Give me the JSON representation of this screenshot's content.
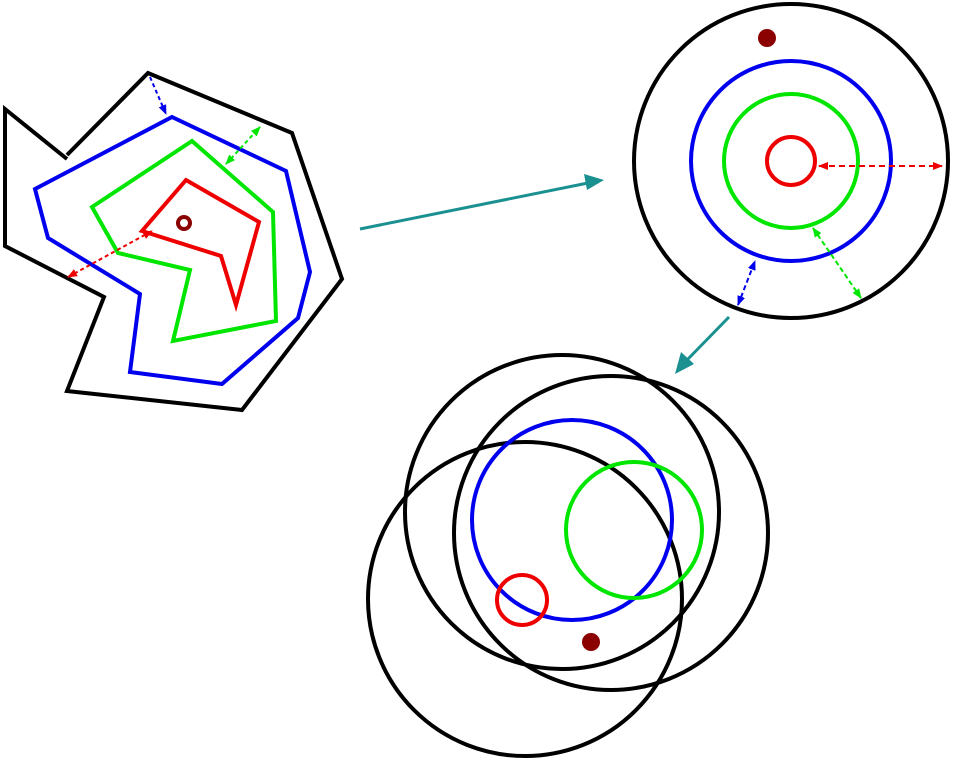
{
  "colors": {
    "outer": "#000000",
    "blue": "#0000ee",
    "green": "#00e600",
    "red": "#ee0000",
    "point": "#8b0000",
    "arrow": "#1a9090"
  },
  "panels": {
    "nested_polygons": {
      "layers": [
        "black",
        "blue",
        "green",
        "red"
      ],
      "marker": "inner-point"
    },
    "concentric_circles": {
      "layers": [
        "black",
        "blue",
        "green",
        "red"
      ],
      "marker": "point"
    },
    "overlapping_circles": {
      "black_circle_count": 3,
      "colored_circles": [
        "blue",
        "green",
        "red"
      ],
      "marker": "point"
    }
  },
  "transitions": [
    "polygons-to-concentric-circles",
    "concentric-circles-to-overlapping-circles"
  ]
}
